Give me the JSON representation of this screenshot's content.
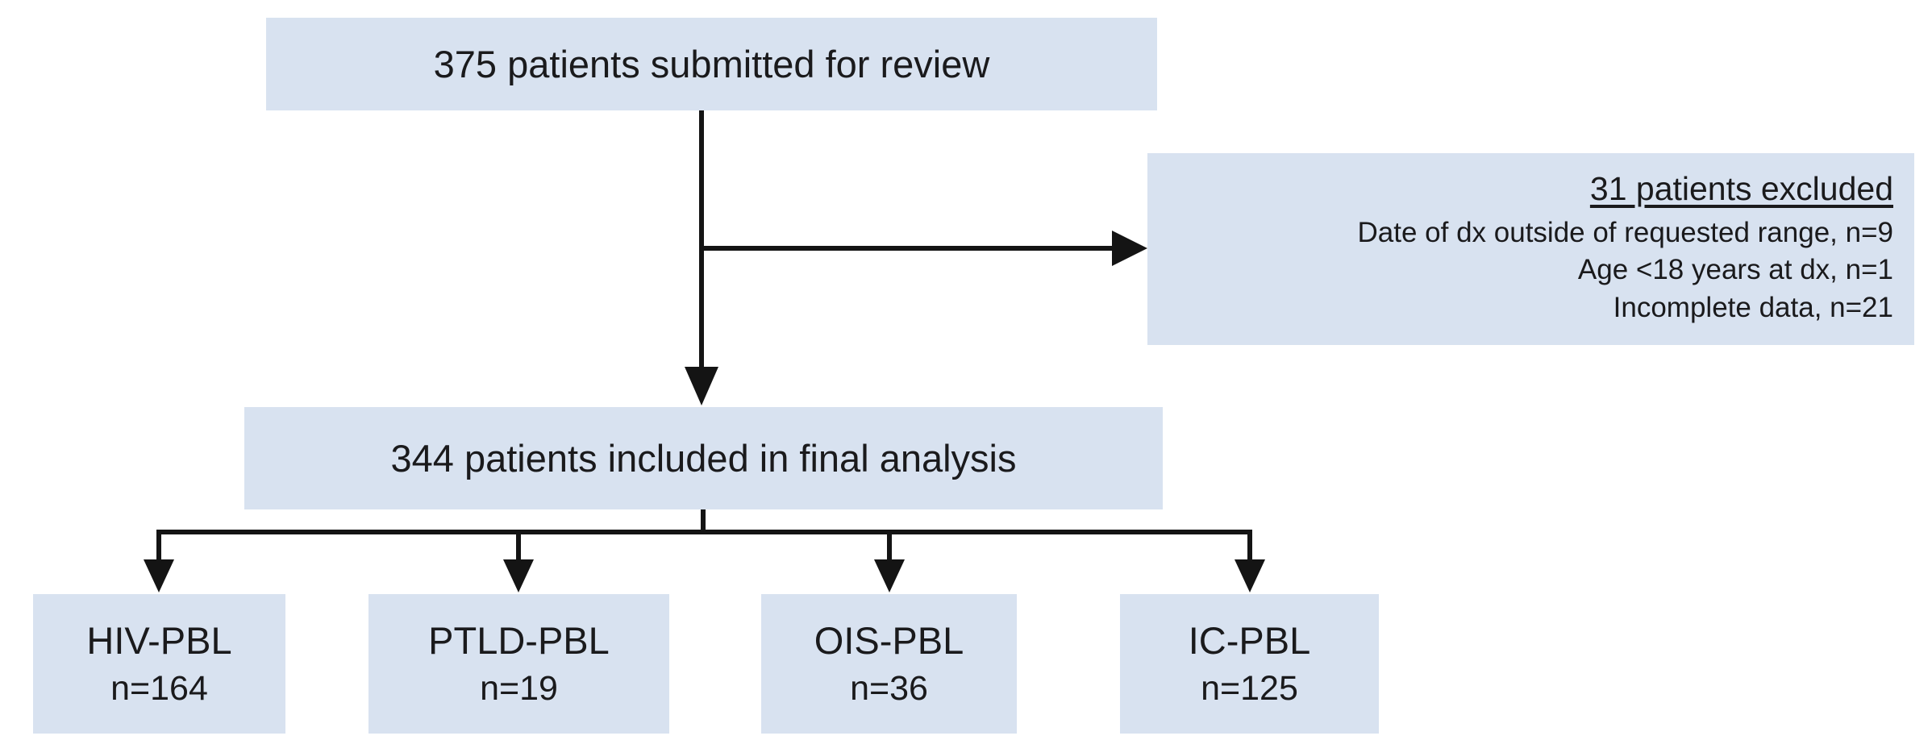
{
  "diagram": {
    "type": "patient-flowchart",
    "colors": {
      "box_fill": "#d8e2f0",
      "line": "#141414",
      "text": "#1a1a1c",
      "background": "#ffffff"
    },
    "top_box": {
      "label": "375 patients submitted for review"
    },
    "excluded_box": {
      "title": "31 patients excluded",
      "items": [
        "Date of dx outside of requested range, n=9",
        "Age <18 years at dx, n=1",
        "Incomplete data, n=21"
      ]
    },
    "included_box": {
      "label": "344 patients included in final analysis"
    },
    "groups": [
      {
        "name": "HIV-PBL",
        "count": "n=164"
      },
      {
        "name": "PTLD-PBL",
        "count": "n=19"
      },
      {
        "name": "OIS-PBL",
        "count": "n=36"
      },
      {
        "name": "IC-PBL",
        "count": "n=125"
      }
    ]
  }
}
